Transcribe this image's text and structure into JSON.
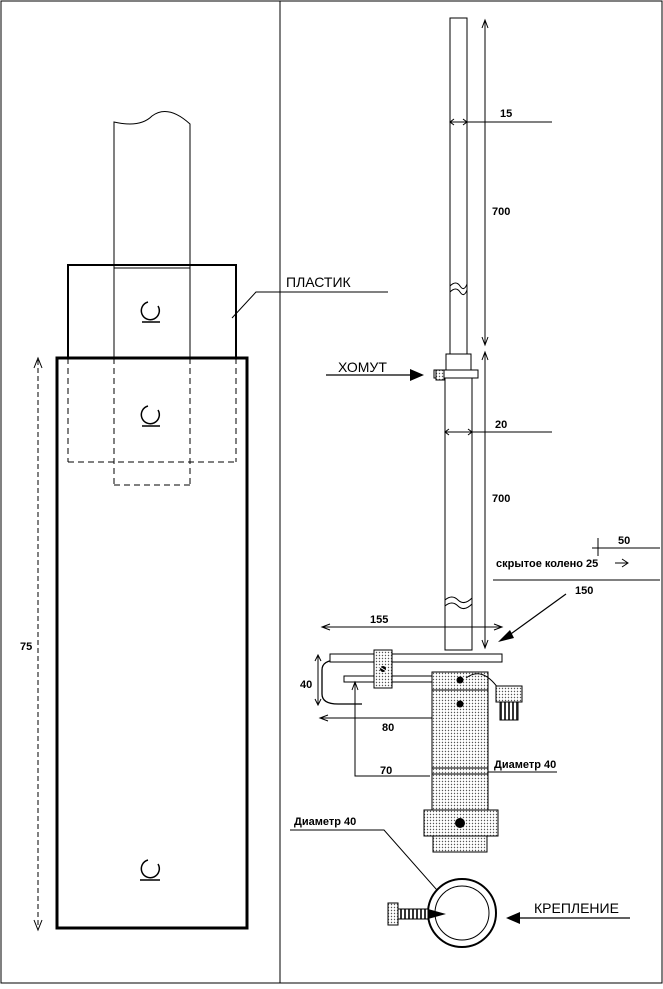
{
  "left_view": {
    "label_plastic": "ПЛАСТИК",
    "dim_height": "75"
  },
  "right_view": {
    "label_clamp": "ХОМУТ",
    "label_mount": "КРЕПЛЕНИЕ",
    "dim_top_width": "15",
    "dim_top_length": "700",
    "dim_lower_width": "20",
    "dim_lower_length": "700",
    "dim_offset": "50",
    "hidden_knee_text": "скрытое колено 25",
    "dim_150": "150",
    "dim_155": "155",
    "dim_40": "40",
    "dim_80": "80",
    "dim_70": "70",
    "diameter_label_1": "Диаметр 40",
    "diameter_label_2": "Диаметр 40"
  }
}
